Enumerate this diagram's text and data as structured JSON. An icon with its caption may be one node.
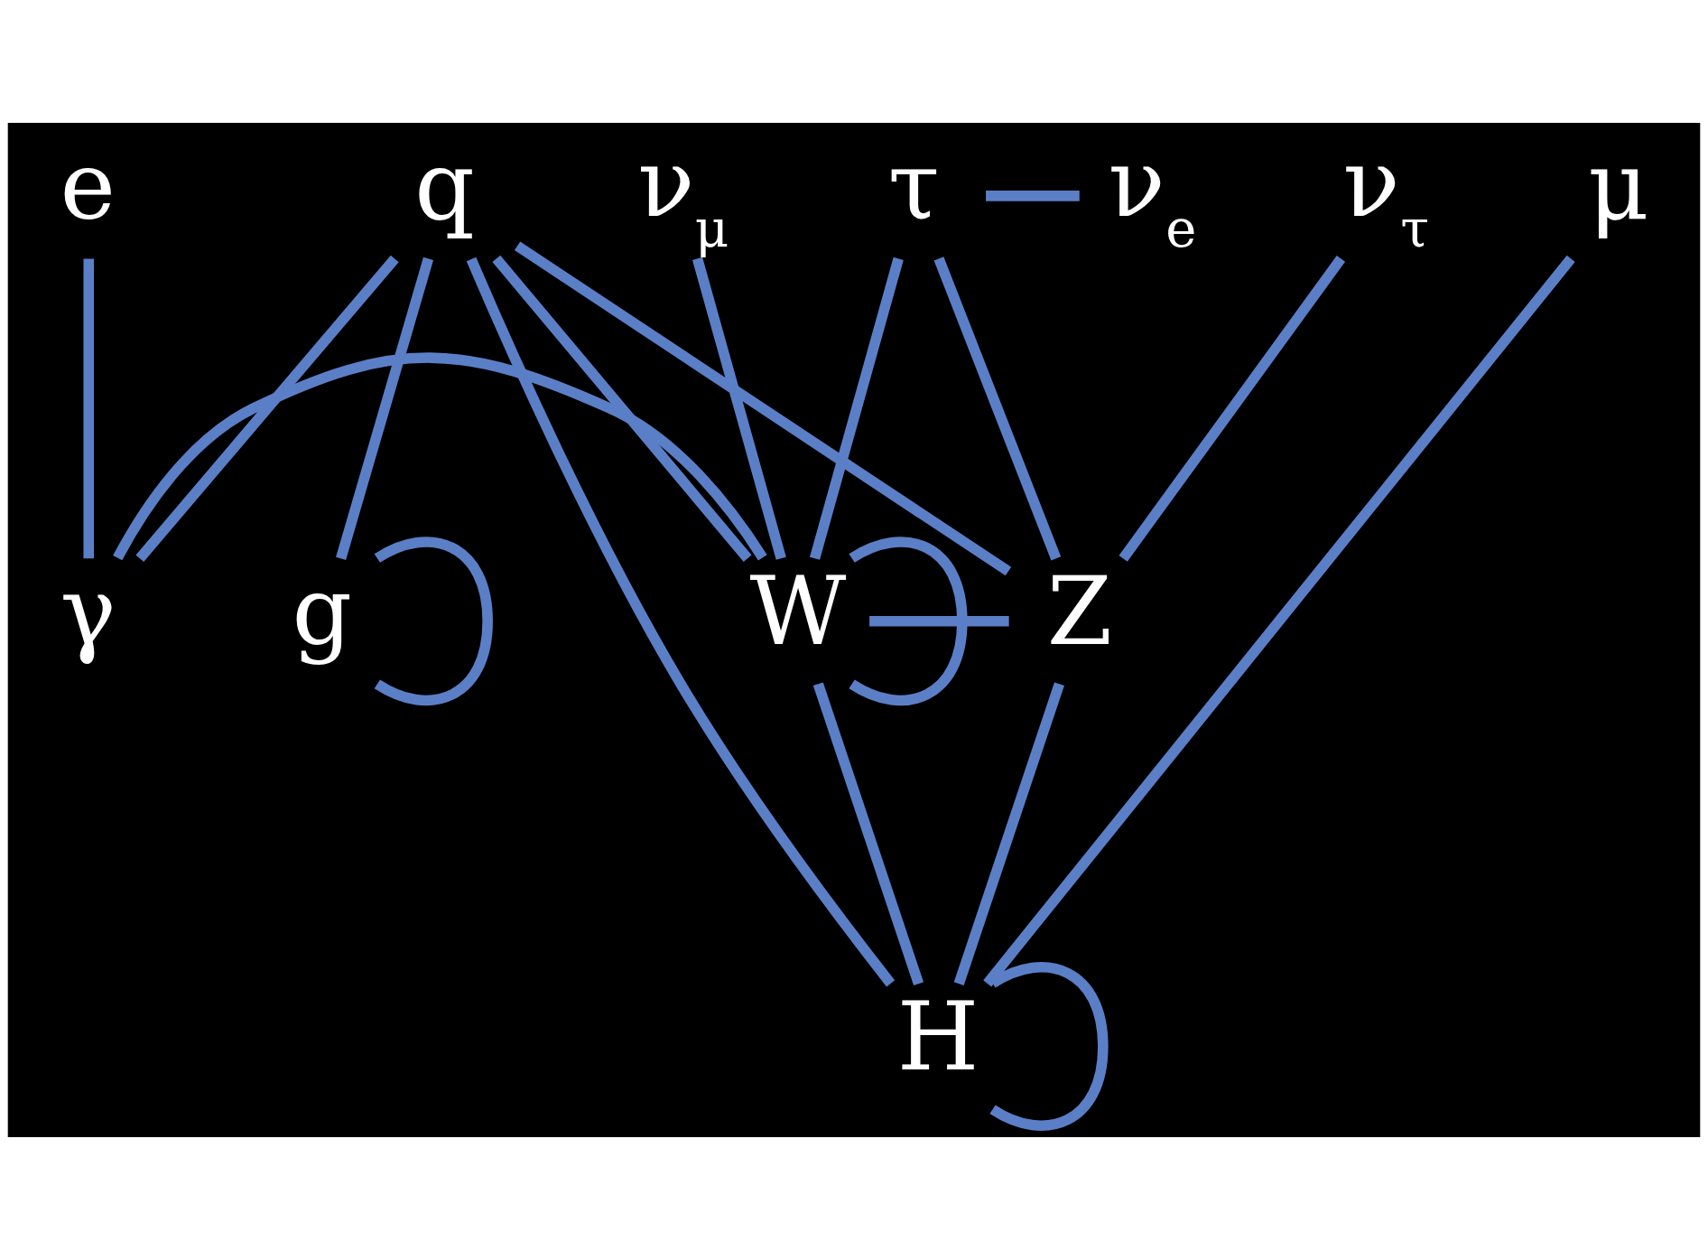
{
  "diagram": {
    "nodes": [
      {
        "text": [
          "e"
        ]
      },
      {
        "text": [
          "μ"
        ]
      },
      {
        "text": [
          "τ"
        ]
      },
      {
        "text": [
          "ν$_{e}$"
        ]
      },
      {
        "text": [
          "ν$_{μ}$"
        ]
      },
      {
        "text": [
          "ν$_{τ}$"
        ]
      },
      {
        "text": [
          "q"
        ]
      },
      {
        "text": [
          "γ"
        ]
      },
      {
        "text": [
          "W"
        ]
      },
      {
        "text": [
          "Z"
        ]
      },
      {
        "text": [
          "g"
        ]
      },
      {
        "text": [
          "H"
        ]
      }
    ],
    "edges": [
      {
        "from": 2,
        "to": 3,
        "arrow": "none"
      },
      {
        "from": 0,
        "to": 7,
        "arrow": "none"
      },
      {
        "from": 1,
        "to": 11,
        "arrow": "none"
      },
      {
        "from": 2,
        "to": 8,
        "arrow": "none"
      },
      {
        "from": 2,
        "to": 9,
        "arrow": "none"
      },
      {
        "from": 4,
        "to": 8,
        "arrow": "none"
      },
      {
        "from": 5,
        "to": 9,
        "arrow": "none"
      },
      {
        "from": 6,
        "to": 7,
        "arrow": "none"
      },
      {
        "from": 6,
        "to": 8,
        "arrow": "none"
      },
      {
        "from": 6,
        "to": 9,
        "arrow": "none"
      },
      {
        "from": 6,
        "to": 11,
        "arrow": "none"
      },
      {
        "from": 6,
        "to": 10,
        "arrow": "none"
      },
      {
        "from": 7,
        "to": 8,
        "arrow": "none"
      },
      {
        "from": 8,
        "to": 8,
        "arrow": "none"
      },
      {
        "from": 8,
        "to": 9,
        "arrow": "none"
      },
      {
        "from": 10,
        "to": 10,
        "arrow": "none"
      },
      {
        "from": 8,
        "to": 11,
        "arrow": "none"
      },
      {
        "from": 9,
        "to": 11,
        "arrow": "none"
      },
      {
        "from": 11,
        "to": 11,
        "arrow": "none"
      }
    ]
  }
}
